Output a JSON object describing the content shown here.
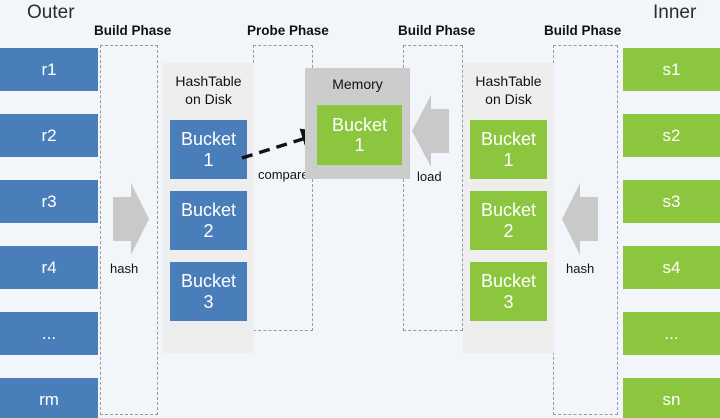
{
  "diagram": {
    "title_left": "Outer",
    "title_right": "Inner",
    "colors": {
      "background": "#f2f6fb",
      "outer_blue": "#4a7ebb",
      "inner_green": "#8cc63e",
      "disk_panel_gray": "#eeeeee",
      "memory_gray": "#cccccc",
      "arrow_gray": "#c9c9c9",
      "dashed_border": "#9a9a9a",
      "text": "#111111"
    }
  },
  "phases": [
    {
      "label": "Build Phase"
    },
    {
      "label": "Probe Phase"
    },
    {
      "label": "Build Phase"
    },
    {
      "label": "Build Phase"
    }
  ],
  "outer_relation": {
    "title": "Outer",
    "rows": [
      "r1",
      "r2",
      "r3",
      "r4",
      "...",
      "rm"
    ]
  },
  "inner_relation": {
    "title": "Inner",
    "rows": [
      "s1",
      "s2",
      "s3",
      "s4",
      "...",
      "sn"
    ]
  },
  "outer_hashtable": {
    "title_line1": "HashTable",
    "title_line2": "on Disk",
    "buckets": [
      {
        "name": "Bucket",
        "index": "1"
      },
      {
        "name": "Bucket",
        "index": "2"
      },
      {
        "name": "Bucket",
        "index": "3"
      }
    ]
  },
  "inner_hashtable": {
    "title_line1": "HashTable",
    "title_line2": "on Disk",
    "buckets": [
      {
        "name": "Bucket",
        "index": "1"
      },
      {
        "name": "Bucket",
        "index": "2"
      },
      {
        "name": "Bucket",
        "index": "3"
      }
    ]
  },
  "memory": {
    "title": "Memory",
    "bucket": {
      "name": "Bucket",
      "index": "1"
    }
  },
  "arrows": {
    "hash_left": "hash",
    "hash_right": "hash",
    "compare": "compare",
    "load": "load"
  }
}
